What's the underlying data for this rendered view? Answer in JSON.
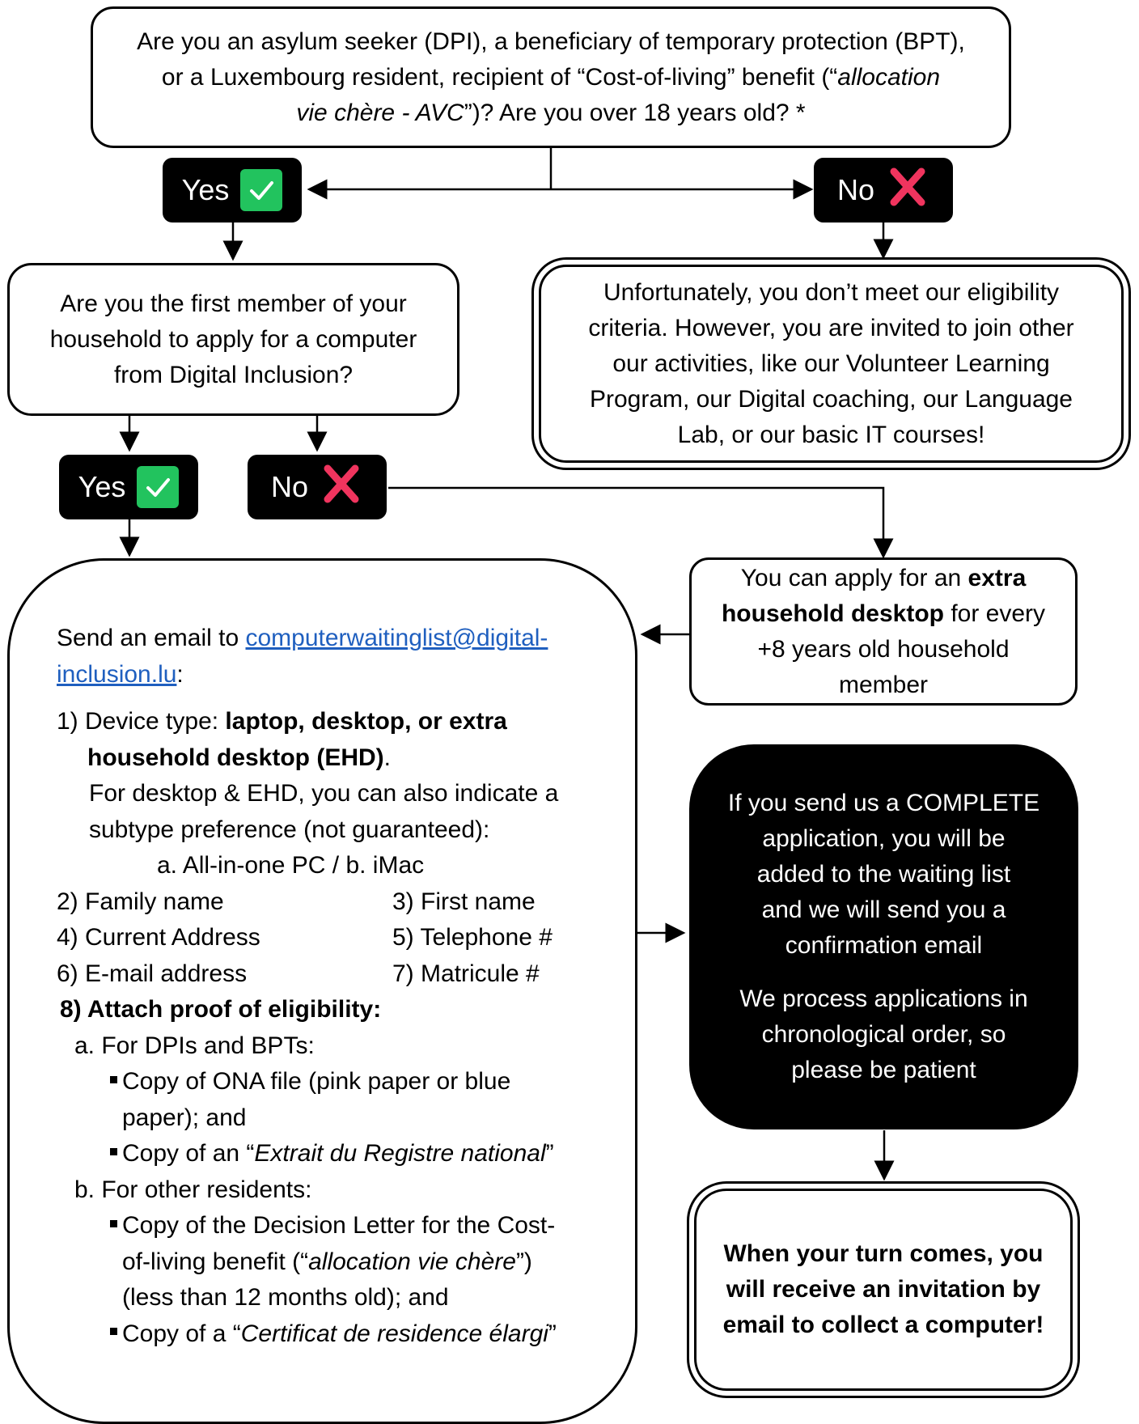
{
  "q1": {
    "line1": "Are you an asylum seeker (DPI), a beneficiary of temporary protection (BPT),",
    "line2_a": "or a Luxembourg resident, recipient of “Cost-of-living” benefit (“",
    "line2_italic": "allocation",
    "line3_italic": "vie chère - AVC",
    "line3_b": "”)? Are you over 18 years old? *"
  },
  "answers": {
    "yes": "Yes",
    "no": "No"
  },
  "q2": {
    "line1": "Are you the first member of your",
    "line2": "household to apply for a computer",
    "line3": "from Digital Inclusion?"
  },
  "ineligible": {
    "line1": "Unfortunately, you don’t meet our eligibility",
    "line2": "criteria. However, you are invited to join other",
    "line3": "our activities, like our Volunteer Learning",
    "line4": "Program, our Digital coaching, our Language",
    "line5": "Lab, or our basic IT courses!"
  },
  "extra": {
    "line1_a": "You can apply for an ",
    "line1_bold": "extra",
    "line2_bold": "household desktop",
    "line2_b": " for every",
    "line3": "+8 years old household",
    "line4": "member"
  },
  "email_box": {
    "intro": "Send an email to ",
    "email_part1": "computerwaitinglist@digital-",
    "email_part2": "inclusion.lu",
    "intro_end": ":",
    "item1_a": "1) Device type: ",
    "item1_bold1": "laptop, desktop, or extra",
    "item1_bold2": "household desktop (EHD)",
    "item1_end": ".",
    "item1_sub1": "For desktop & EHD, you can also indicate a",
    "item1_sub2": "subtype preference (not guaranteed):",
    "item1_sub3": "a.  All-in-one PC  /  b. iMac",
    "item2": "2)  Family name",
    "item3": "3) First name",
    "item4": "4) Current Address",
    "item5": "5) Telephone #",
    "item6": "6) E-mail address",
    "item7": "7) Matricule #",
    "item8": "8) Attach proof of eligibility:",
    "a_head": "a.  For DPIs and BPTs:",
    "a_b1_l1": "Copy of ONA file (pink paper or blue",
    "a_b1_l2": "paper); and",
    "a_b2_a": "Copy of an “",
    "a_b2_italic": "Extrait du Registre national",
    "a_b2_end": "”",
    "b_head": "b.  For other residents:",
    "b_b1_l1": "Copy of the Decision Letter for the Cost-",
    "b_b1_l2_a": "of-living benefit (“",
    "b_b1_l2_italic": "allocation vie chère",
    "b_b1_l2_end": "”)",
    "b_b1_l3": "(less than 12 months old); and",
    "b_b2_a": "Copy of a “",
    "b_b2_italic": "Certificat de residence élargi",
    "b_b2_end": "”"
  },
  "complete": {
    "line1": "If you send us a COMPLETE",
    "line2": "application, you will be",
    "line3": "added to the waiting list",
    "line4": "and we will send you a",
    "line5": "confirmation email",
    "line6": "We process applications in",
    "line7": "chronological order, so",
    "line8": "please be patient"
  },
  "final": {
    "line1": "When your turn comes, you",
    "line2": "will receive an invitation by",
    "line3": "email to collect a computer!"
  },
  "colors": {
    "check_green": "#22c35e",
    "cross_pink": "#f0345e",
    "link_blue": "#1f5fbf"
  }
}
